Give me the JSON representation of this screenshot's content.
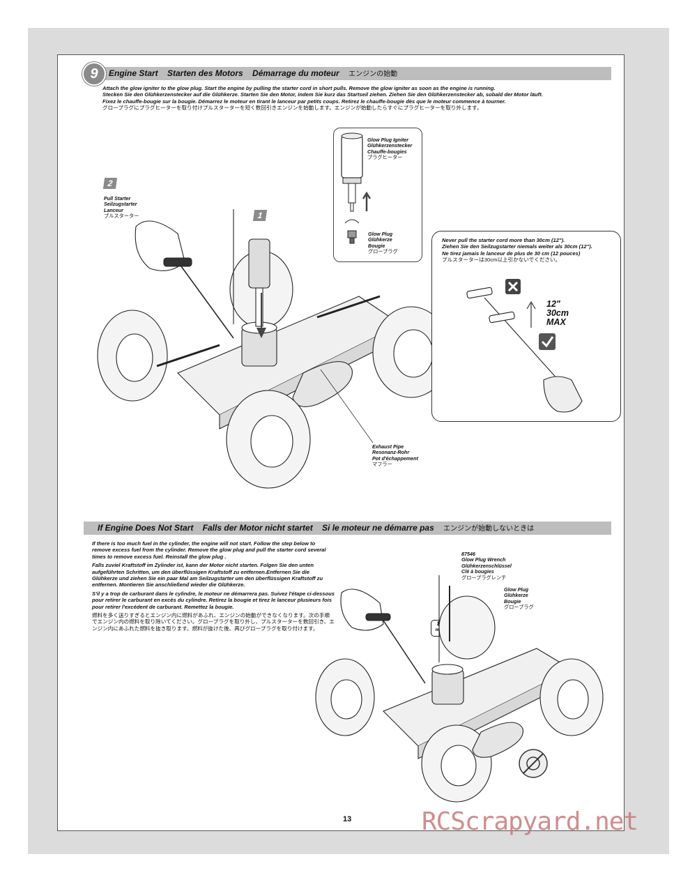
{
  "step1": {
    "number": "9",
    "title": "Engine Start    Starten des Motors    Démarrage du moteur",
    "title_jp": "エンジンの始動",
    "paragraphs": [
      "Attach the glow igniter to the glow plug. Start the engine by pulling the starter cord in short pulls. Remove the glow igniter as soon as the engine is running.",
      "Stecken Sie den Glühkerzenstecker auf die Glühkerze. Starten Sie den Motor, indem Sie kurz das Startseil ziehen. Ziehen Sie den Glühkerzenstecker ab, sobald der Motor läuft.",
      "Fixez le chauffe-bougie sur la bougie. Démarrez le moteur en tirant le lanceur par petits coups. Retirez le chauffe-bougie dès que le moteur commence à tourner."
    ],
    "paragraph_jp": "グロープラグにプラグヒーターを取り付けプルスターターを短く数回引きエンジンを始動します。エンジンが始動したらすぐにプラグヒーターを取り外します。",
    "substep_1": "1",
    "substep_2": "2",
    "pull_starter": [
      "Pull Starter",
      "Seilzugstarter",
      "Lanceur",
      "プルスターター"
    ],
    "glow_igniter": [
      "Glow Plug Igniter",
      "Glühkerzenstecker",
      "Chauffe-bougies",
      "プラグヒーター"
    ],
    "glow_plug": [
      "Glow Plug",
      "Glühkerze",
      "Bougie",
      "グロープラグ"
    ],
    "exhaust_pipe": [
      "Exhaust Pipe",
      "Resonanz-Rohr",
      "Pot d'échappement",
      "マフラー"
    ],
    "warning": {
      "lines": [
        "Never pull the starter cord more than 30cm (12\").",
        "Ziehen Sie den Seilzugstarter niemals weiter als 30cm (12\").",
        "Ne tirez jamais le lanceur de plus de 30 cm (12 pouces)"
      ],
      "line_jp": "プルスターターは30cm以上引かないでください。",
      "measure": [
        "12\"",
        "30cm",
        "MAX"
      ]
    }
  },
  "step2": {
    "title": "If Engine Does Not Start    Falls der Motor nicht startet    Si le moteur ne démarre pas",
    "title_jp": "エンジンが始動しないときは",
    "paragraphs": [
      "If there is too much fuel in the cylinder, the engine will not start. Follow the step below to remove excess fuel from the cylinder. Remove the glow plug and pull the starter cord several times to remove excess fuel. Reinstall the glow plug .",
      "Falls zuviel Kraftstoff im Zylinder ist, kann der Motor nicht starten. Folgen Sie den unten aufgeführten Schritten, um den überflüssigen Kraftstoff zu entfernen.Entfernen Sie die Glühkerze und ziehen Sie ein paar Mal am Seilzugstarter um den überflüssigen Kraftstoff zu entfernen. Montieren Sie anschließend wieder die Glühkerze.",
      "S'il y a trop de carburant dans le cylindre, le moteur ne démarrera pas. Suivez l'étape ci-dessous pour retirer le carburant en excès du cylindre. Retirez la bougie et tirez le lanceur plusieurs fois pour retirer l'excédent de carburant. Remettez la bougie."
    ],
    "paragraph_jp": "燃料を多く送りすぎるとエンジン内に燃料があふれ、エンジンの始動ができなくなります。次の手順でエンジン内の燃料を取り除いてください。グロープラグを取り外し、プルスターターを数回引き、エンジン内にあふれた燃料を抜き取ります。燃料が抜けた後、再びグロープラグを取り付けます。",
    "wrench": [
      "87546",
      "Glow Plug Wrench",
      "Glühkerzenschlüssel",
      "Clé à bougies",
      "グロープラグレンチ"
    ],
    "glow_plug": [
      "Glow Plug",
      "Glühkerze",
      "Bougie",
      "グロープラグ"
    ],
    "wrench_size": "8",
    "wrench_unit": "mm"
  },
  "page_number": "13",
  "watermark": "RCScrapyard.net"
}
